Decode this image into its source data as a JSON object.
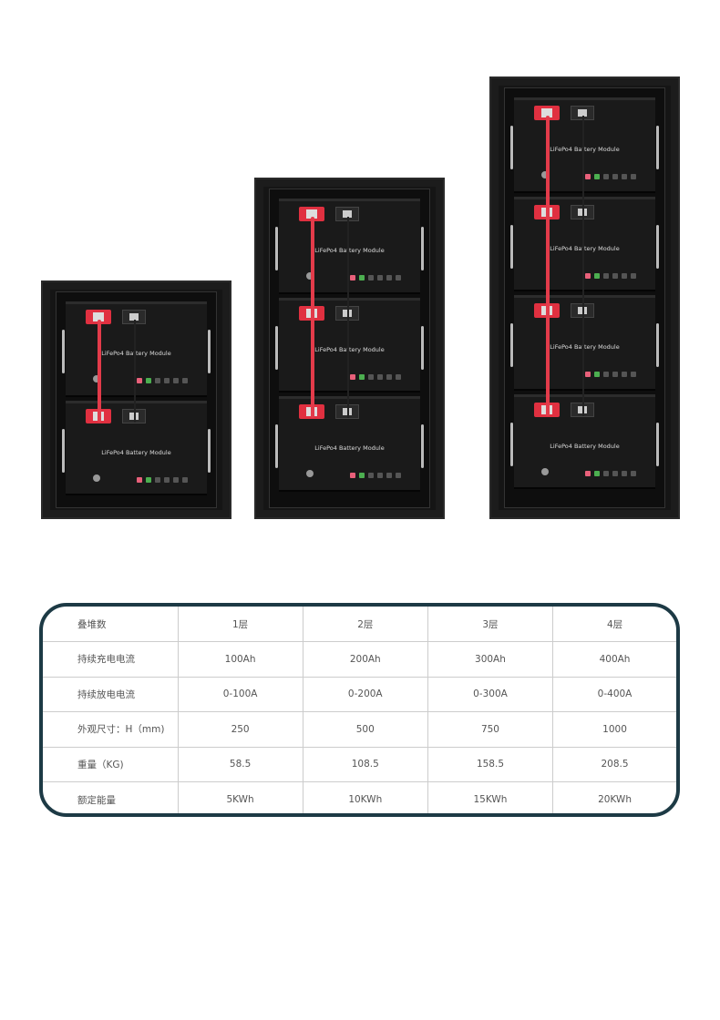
{
  "racks": [
    {
      "name": "rack-1-layer",
      "modules": 2
    },
    {
      "name": "rack-2-layer",
      "modules": 3
    },
    {
      "name": "rack-4-layer",
      "modules": 4
    }
  ],
  "module_label": "LiFePo4 Battery Module",
  "table": {
    "rows": [
      [
        "叠堆数",
        "1层",
        "2层",
        "3层",
        "4层"
      ],
      [
        "持续充电电流",
        "100Ah",
        "200Ah",
        "300Ah",
        "400Ah"
      ],
      [
        "持续放电电流",
        "0-100A",
        "0-200A",
        "0-300A",
        "0-400A"
      ],
      [
        "外观尺寸：H（mm)",
        "250",
        "500",
        "750",
        "1000"
      ],
      [
        "重量（KG)",
        "58.5",
        "108.5",
        "158.5",
        "208.5"
      ],
      [
        "额定能量",
        "5KWh",
        "10KWh",
        "15KWh",
        "20KWh"
      ]
    ]
  },
  "colors": {
    "border": "#1d3a45",
    "cable_red": "#e33b4a"
  }
}
